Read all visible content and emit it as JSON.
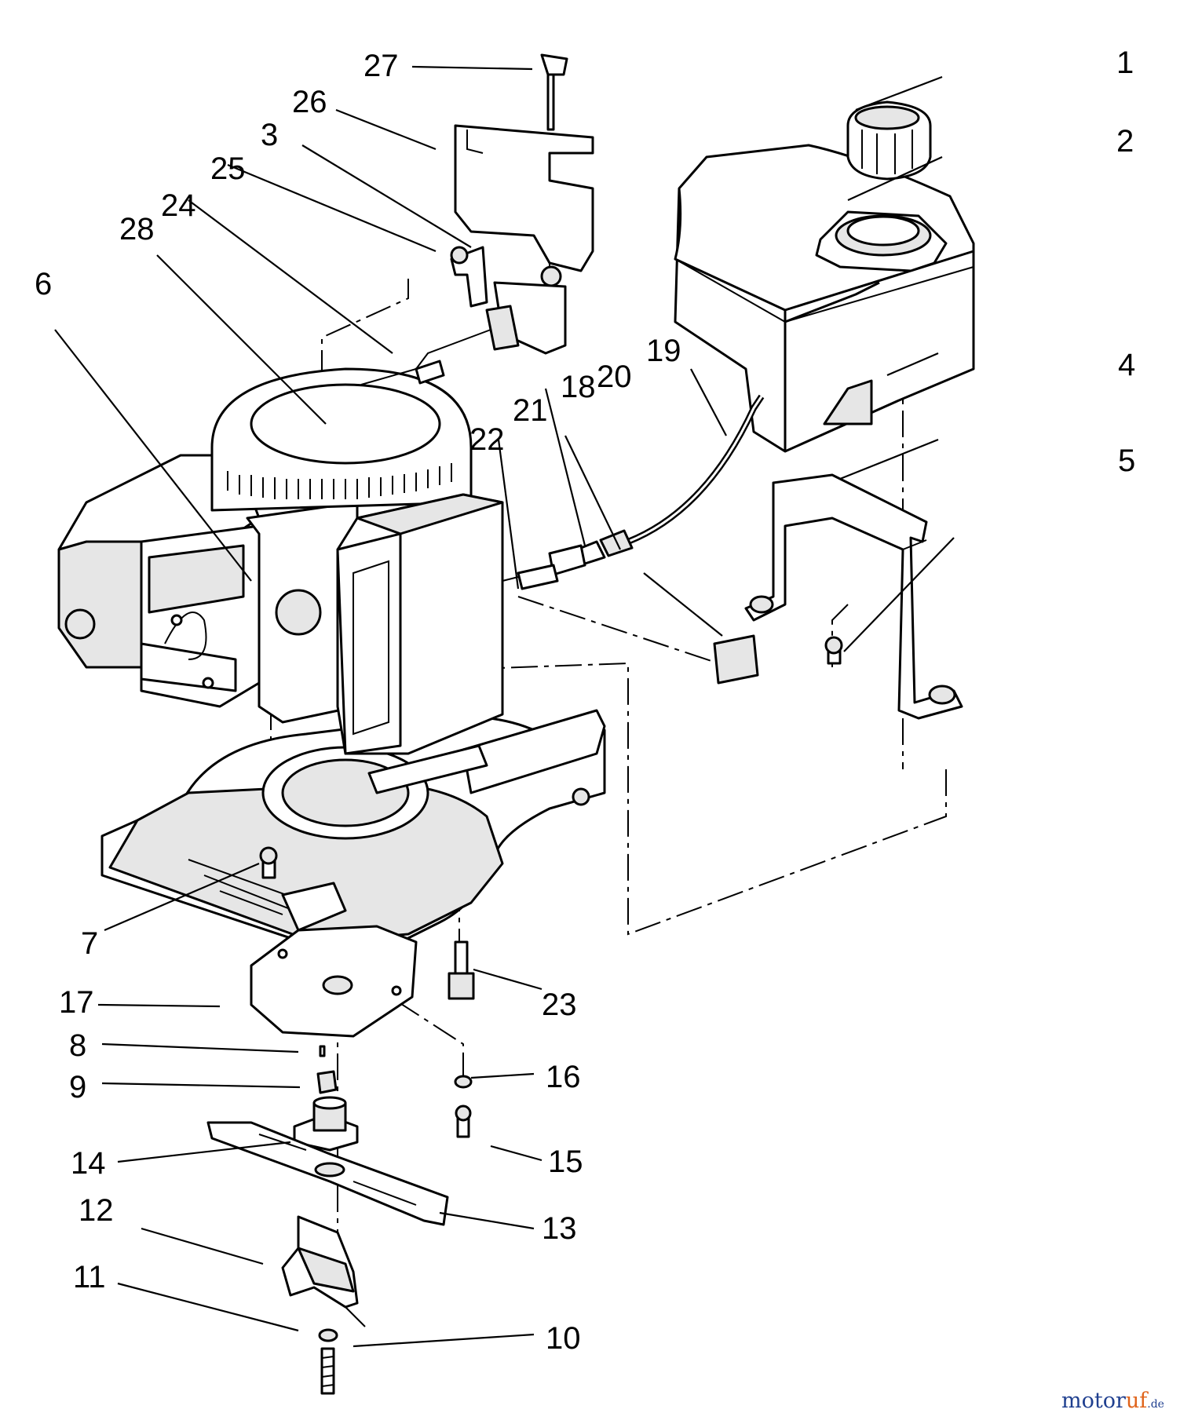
{
  "diagram": {
    "callouts": [
      "1",
      "2",
      "3",
      "4",
      "5",
      "6",
      "7",
      "8",
      "9",
      "10",
      "11",
      "12",
      "13",
      "14",
      "15",
      "16",
      "17",
      "18",
      "19",
      "20",
      "21",
      "22",
      "23",
      "24",
      "25",
      "26",
      "27",
      "28"
    ]
  },
  "watermark": {
    "part1": "motor",
    "part2": "uf",
    "part3": ".de"
  }
}
